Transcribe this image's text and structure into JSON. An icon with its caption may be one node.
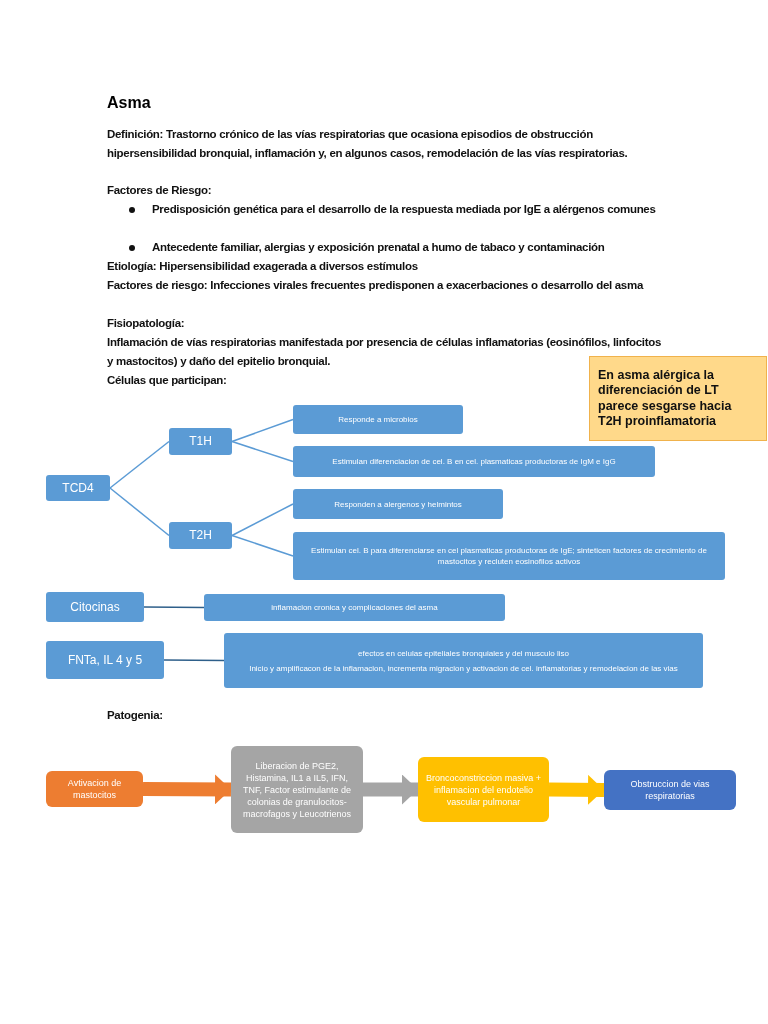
{
  "diagram": {
    "title": "Asma",
    "nodes": [
      {
        "text": [
          "TCD4"
        ]
      },
      {
        "text": [
          "T1H"
        ]
      },
      {
        "text": [
          "T2H"
        ]
      },
      {
        "text": [
          "Responde a microbios"
        ]
      },
      {
        "text": [
          "Estimulan diferenciacion de cel. B en cel. plasmaticas productoras de IgM e IgG"
        ]
      },
      {
        "text": [
          "Responden a alergenos y helmintos"
        ]
      },
      {
        "text": [
          "Estimulan cel. B para diferenciarse en cel plasmaticas productoras de IgE; sinteticen factores de crecimiento de mastocitos y recluten eosinofilos activos"
        ]
      },
      {
        "text": [
          "Citocinas"
        ]
      },
      {
        "text": [
          "inflamacion cronica y complicaciones del asma"
        ]
      },
      {
        "text": [
          "FNTa, IL 4 y 5"
        ]
      },
      {
        "text": [
          "efectos en celulas epiteliales bronquiales y del musculo liso",
          "Inicio y amplificacon de la inflamacion, incrementa migracion y activacion de cel. inflamatorias y remodelacion de las vias"
        ]
      },
      {
        "text": [
          "Avtivacion de mastocitos"
        ]
      },
      {
        "text": [
          "Liberacion de PGE2, Histamina, IL1 a IL5, IFN, TNF, Factor estimulante de colonias de granulocitos-macrofagos y Leucotrienos"
        ]
      },
      {
        "text": [
          "Broncoconstriccion masiva + inflamacion del endotelio vascular pulmonar"
        ]
      },
      {
        "text": [
          "Obstruccion de vias respiratorias"
        ]
      },
      {
        "text": [
          "En asma alérgica la diferenciación de LT parece sesgarse hacia T2H proinflamatoria"
        ]
      }
    ],
    "edges": [
      {
        "from": 0,
        "to": 1,
        "arrow": "none"
      },
      {
        "from": 0,
        "to": 2,
        "arrow": "none"
      },
      {
        "from": 1,
        "to": 3,
        "arrow": "none"
      },
      {
        "from": 1,
        "to": 4,
        "arrow": "none"
      },
      {
        "from": 2,
        "to": 5,
        "arrow": "none"
      },
      {
        "from": 2,
        "to": 6,
        "arrow": "none"
      },
      {
        "from": 7,
        "to": 8,
        "arrow": "none",
        "color": "#2e5f8a"
      },
      {
        "from": 9,
        "to": 10,
        "arrow": "none",
        "color": "#2e5f8a"
      },
      {
        "from": 11,
        "to": 12,
        "arrow": "to",
        "style": "thick",
        "color": "#ed7d31"
      },
      {
        "from": 12,
        "to": 13,
        "arrow": "to",
        "style": "thick",
        "color": "#a5a5a5"
      },
      {
        "from": 13,
        "to": 14,
        "arrow": "to",
        "style": "thick",
        "color": "#ffc000"
      }
    ],
    "labels": [
      "Definición: Trastorno crónico de las vías respiratorias que ocasiona episodios de obstrucción hipersensibilidad bronquial, inflamación y, en algunos casos, remodelación de las vías respiratorias.",
      "Factores de Riesgo:",
      "Predisposición genética para el desarrollo de la respuesta mediada por IgE a alérgenos comunes",
      "Antecedente familiar, alergias y exposición prenatal a humo de tabaco y contaminación",
      "Etiología: Hipersensibilidad exagerada a diversos estímulos",
      "Factores de riesgo: Infecciones virales frecuentes predisponen a exacerbaciones o desarrollo del asma",
      "Fisiopatología:",
      "Inflamación de vías respiratorias manifestada por presencia de células inflamatorias (eosinófilos, linfocitos y mastocitos) y daño del epitelio bronquial.",
      "Células que participan:",
      "Patogenia:"
    ]
  }
}
